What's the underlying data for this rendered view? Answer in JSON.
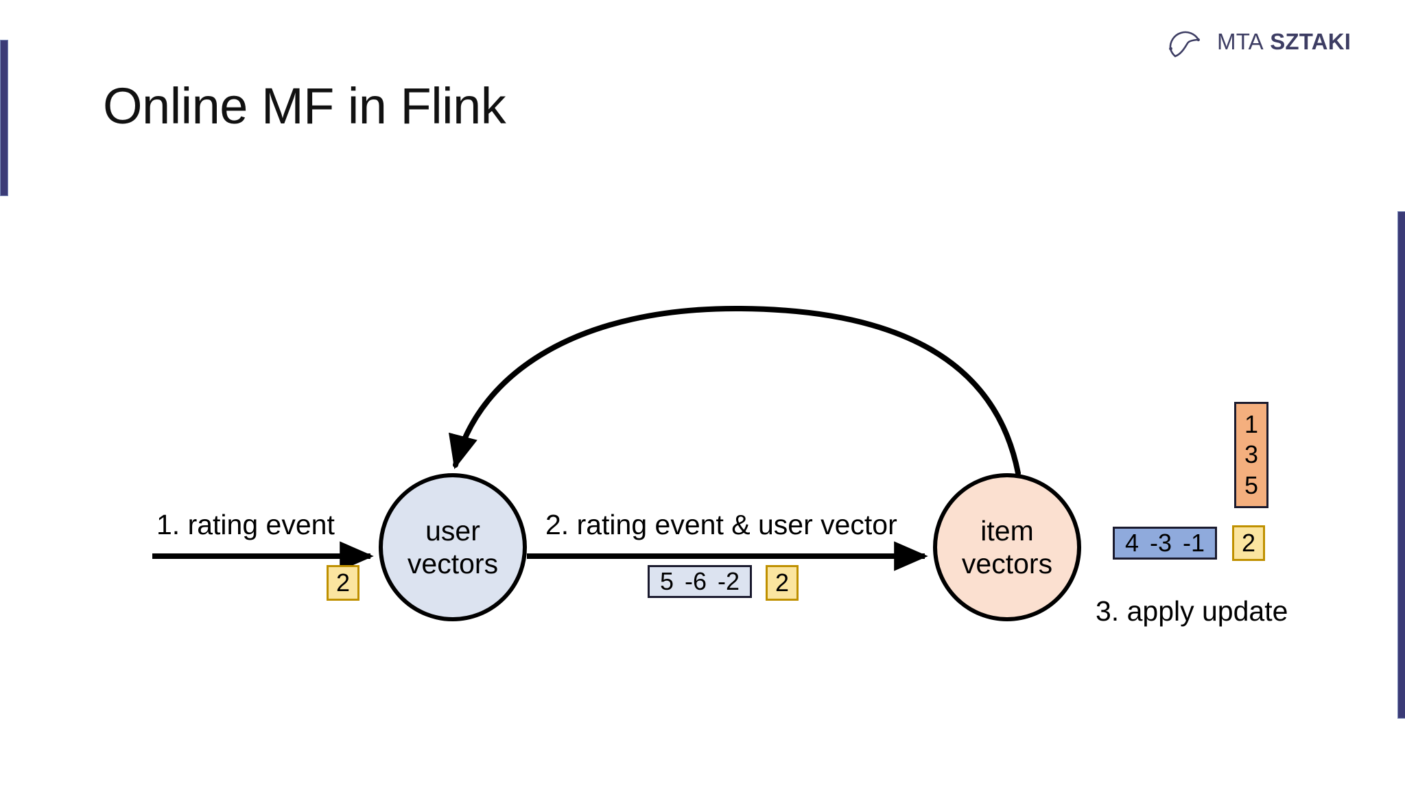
{
  "slide": {
    "title": "Online MF in Flink",
    "background_color": "#FFFFFF",
    "accent_bar_color": "#3B3B77"
  },
  "logo": {
    "mark_name": "mta-sztaki-swirl-icon",
    "text_primary": "MTA",
    "text_secondary": "SZTAKI",
    "color": "#3D3D63"
  },
  "diagram": {
    "nodes": [
      {
        "id": "user",
        "line1": "user",
        "line2": "vectors",
        "fill": "#DCE3F0"
      },
      {
        "id": "item",
        "line1": "item",
        "line2": "vectors",
        "fill": "#FBE0D0"
      }
    ],
    "edges": [
      {
        "id": "step1",
        "label": "1. rating event",
        "from": "input",
        "to": "user",
        "style": "straight-arrow"
      },
      {
        "id": "step2",
        "label": "2. rating event & user vector",
        "from": "user",
        "to": "item",
        "style": "straight-arrow"
      },
      {
        "id": "feedback",
        "label": "",
        "from": "item",
        "to": "user",
        "style": "curved-arrow"
      }
    ],
    "step3_label": "3. apply update",
    "chips": [
      {
        "id": "user-scalar",
        "kind": "scalar",
        "values": [
          "2"
        ],
        "fill": "#FBE5A0",
        "border": "#BF9000",
        "orientation": "horizontal"
      },
      {
        "id": "edge-vector",
        "kind": "vector",
        "values": [
          "5",
          "-6",
          "-2"
        ],
        "fill": "#DCE3F0",
        "border": "#1A1A2E",
        "orientation": "horizontal"
      },
      {
        "id": "edge-scalar",
        "kind": "scalar",
        "values": [
          "2"
        ],
        "fill": "#FBE5A0",
        "border": "#BF9000",
        "orientation": "horizontal"
      },
      {
        "id": "item-vector",
        "kind": "vector",
        "values": [
          "1",
          "3",
          "5"
        ],
        "fill": "#F4AF7E",
        "border": "#1A1A2E",
        "orientation": "vertical"
      },
      {
        "id": "update-vector",
        "kind": "vector",
        "values": [
          "4",
          "-3",
          "-1"
        ],
        "fill": "#8FAADC",
        "border": "#1A1A2E",
        "orientation": "horizontal"
      },
      {
        "id": "update-scalar",
        "kind": "scalar",
        "values": [
          "2"
        ],
        "fill": "#FBE5A0",
        "border": "#BF9000",
        "orientation": "horizontal"
      }
    ]
  }
}
